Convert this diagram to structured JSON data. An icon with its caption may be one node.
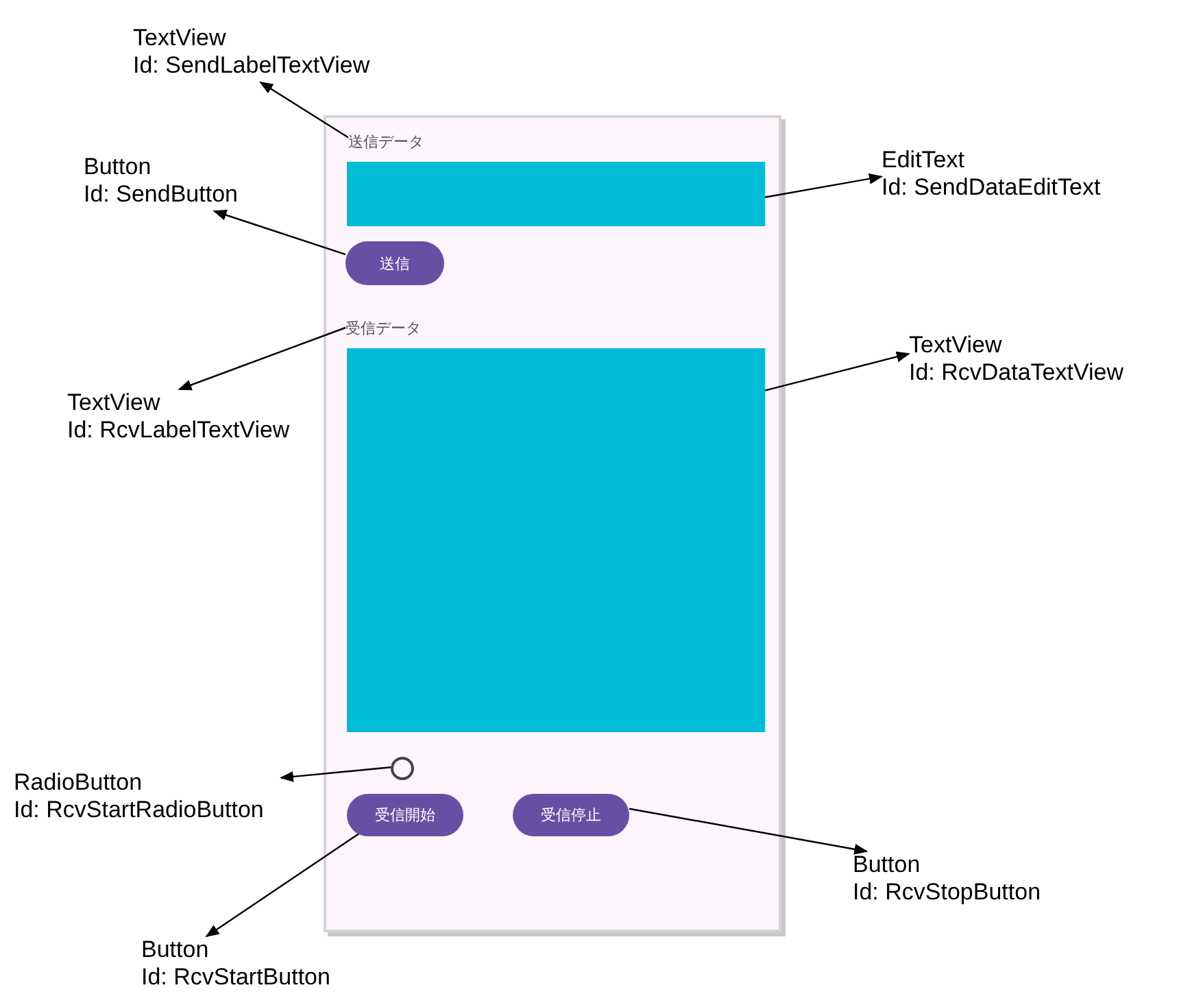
{
  "diagram": {
    "nodes": [
      {
        "text": [],
        "shape": "box"
      },
      {
        "text": [
          "送信データ"
        ],
        "in": 0
      },
      {
        "text": [],
        "shape": "box",
        "in": 0
      },
      {
        "text": [
          "送信"
        ],
        "in": 0
      },
      {
        "text": [
          "受信データ"
        ],
        "in": 0
      },
      {
        "text": [],
        "shape": "box",
        "in": 0
      },
      {
        "text": [],
        "shape": "circle",
        "in": 0
      },
      {
        "text": [
          "受信開始"
        ],
        "in": 0
      },
      {
        "text": [
          "受信停止"
        ],
        "in": 0
      },
      {
        "text": [
          "TextView",
          "Id: SendLabelTextView"
        ]
      },
      {
        "text": [
          "EditText",
          "Id: SendDataEditText"
        ]
      },
      {
        "text": [
          "Button",
          "Id: SendButton"
        ]
      },
      {
        "text": [
          "TextView",
          "Id: RcvLabelTextView"
        ]
      },
      {
        "text": [
          "TextView",
          "Id: RcvDataTextView"
        ]
      },
      {
        "text": [
          "RadioButton",
          "Id: RcvStartRadioButton"
        ]
      },
      {
        "text": [
          "Button",
          "Id: RcvStartButton"
        ]
      },
      {
        "text": [
          "Button",
          "Id: RcvStopButton"
        ]
      }
    ],
    "edges": [
      {
        "from": 1,
        "to": 9,
        "arrow": "to"
      },
      {
        "from": 2,
        "to": 10,
        "arrow": "to"
      },
      {
        "from": 3,
        "to": 11,
        "arrow": "to"
      },
      {
        "from": 4,
        "to": 12,
        "arrow": "to"
      },
      {
        "from": 5,
        "to": 13,
        "arrow": "to"
      },
      {
        "from": 6,
        "to": 14,
        "arrow": "to"
      },
      {
        "from": 7,
        "to": 15,
        "arrow": "to"
      },
      {
        "from": 8,
        "to": 16,
        "arrow": "to"
      }
    ]
  }
}
